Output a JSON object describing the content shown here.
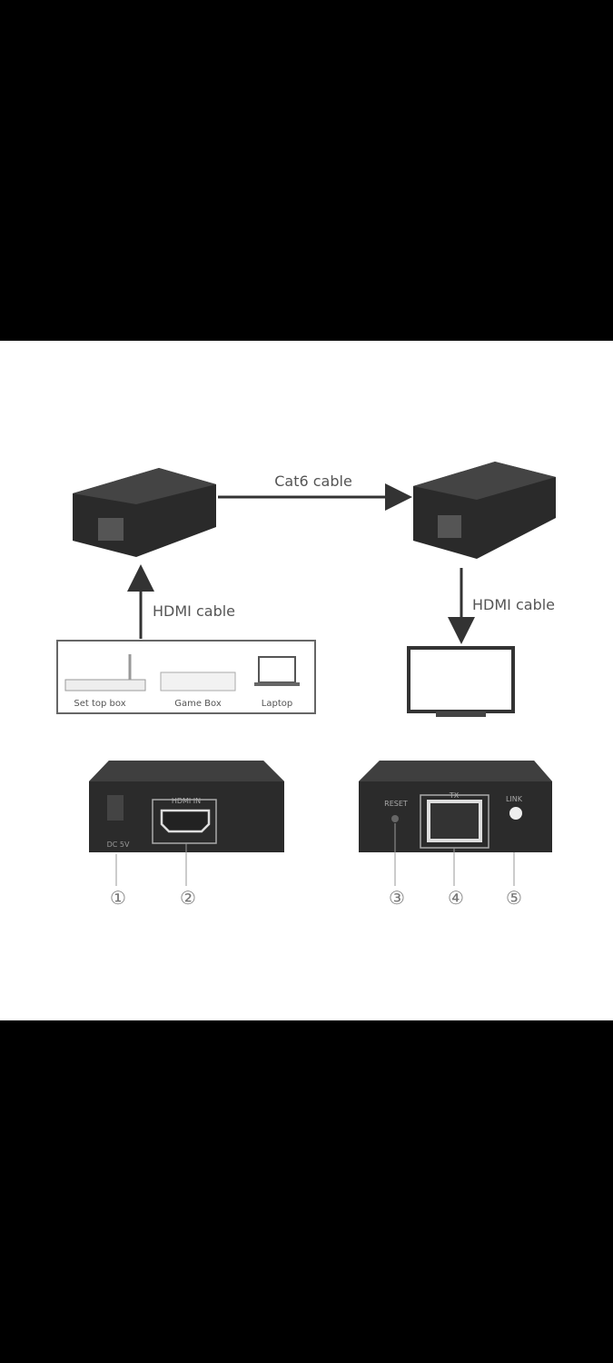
{
  "diagram": {
    "cat_cable_label": "Cat6 cable",
    "hdmi_cable_in_label": "HDMI cable",
    "hdmi_cable_out_label": "HDMI cable",
    "sources": [
      "Set top box",
      "Game Box",
      "Laptop"
    ],
    "transmitter_ports": {
      "dc": "DC 5V",
      "hdmi": "HDMI IN"
    },
    "receiver_ports": {
      "reset": "RESET",
      "tx": "TX",
      "link": "LINK"
    },
    "callouts": [
      "①",
      "②",
      "③",
      "④",
      "⑤"
    ]
  }
}
